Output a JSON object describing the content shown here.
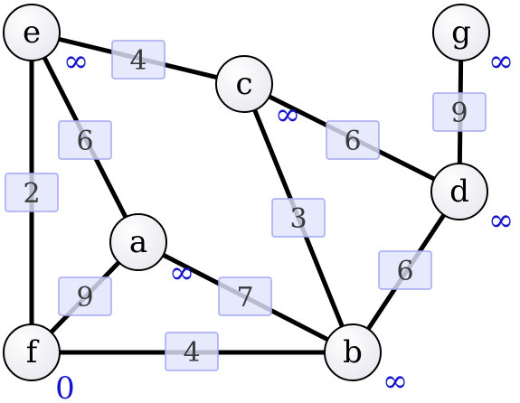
{
  "nodes": [
    {
      "id": "e",
      "label": "e",
      "dist": "∞"
    },
    {
      "id": "c",
      "label": "c",
      "dist": "∞"
    },
    {
      "id": "g",
      "label": "g",
      "dist": "∞"
    },
    {
      "id": "d",
      "label": "d",
      "dist": "∞"
    },
    {
      "id": "a",
      "label": "a",
      "dist": "∞"
    },
    {
      "id": "f",
      "label": "f",
      "dist": "0"
    },
    {
      "id": "b",
      "label": "b",
      "dist": "∞"
    }
  ],
  "edges": [
    {
      "from": "e",
      "to": "c",
      "weight": "4"
    },
    {
      "from": "e",
      "to": "a",
      "weight": "6"
    },
    {
      "from": "e",
      "to": "f",
      "weight": "2"
    },
    {
      "from": "c",
      "to": "d",
      "weight": "6"
    },
    {
      "from": "c",
      "to": "b",
      "weight": "3"
    },
    {
      "from": "g",
      "to": "d",
      "weight": "9"
    },
    {
      "from": "d",
      "to": "b",
      "weight": "6"
    },
    {
      "from": "a",
      "to": "f",
      "weight": "9"
    },
    {
      "from": "a",
      "to": "b",
      "weight": "7"
    },
    {
      "from": "f",
      "to": "b",
      "weight": "4"
    }
  ],
  "colors": {
    "distance": "#1515d0",
    "weight_box_fill": "#e2e4fc",
    "weight_box_stroke": "#a3a8f0"
  }
}
